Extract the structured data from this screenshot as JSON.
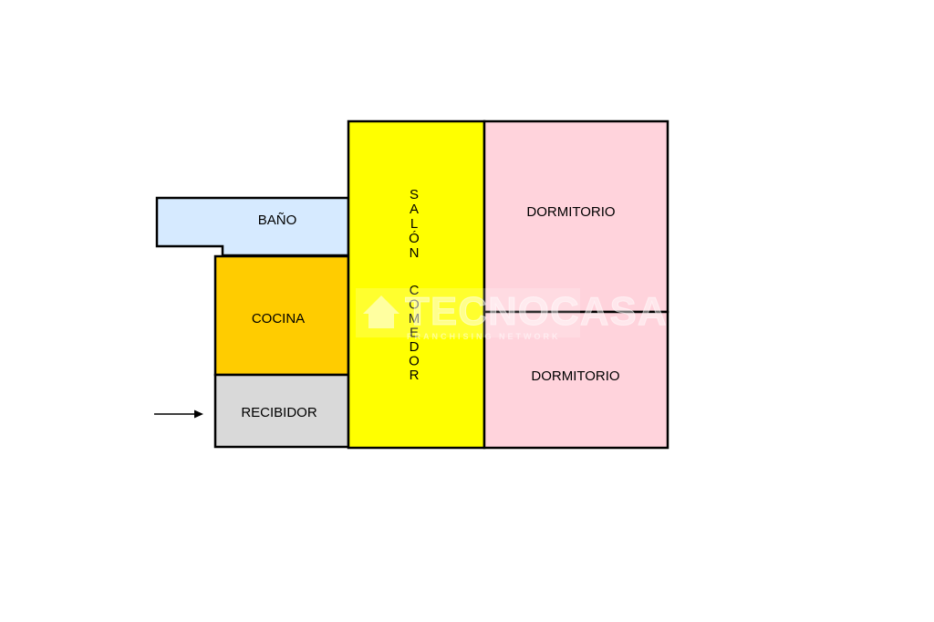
{
  "rooms": {
    "bano": {
      "label": "BAÑO",
      "color": "#d6eaff"
    },
    "cocina": {
      "label": "COCINA",
      "color": "#ffcc00"
    },
    "recibidor": {
      "label": "RECIBIDOR",
      "color": "#d9d9d9"
    },
    "salon": {
      "label_line1": "SALÓN",
      "label_line2": "COMEDOR",
      "color": "#ffff00"
    },
    "dormitorio_top": {
      "label": "DORMITORIO",
      "color": "#ffd3dc"
    },
    "dormitorio_bottom": {
      "label": "DORMITORIO",
      "color": "#ffd3dc"
    }
  },
  "watermark": {
    "brand": "TECNOCASA",
    "tagline": "FRANCHISING NETWORK"
  },
  "entrance": {
    "icon": "arrow-right-icon"
  }
}
